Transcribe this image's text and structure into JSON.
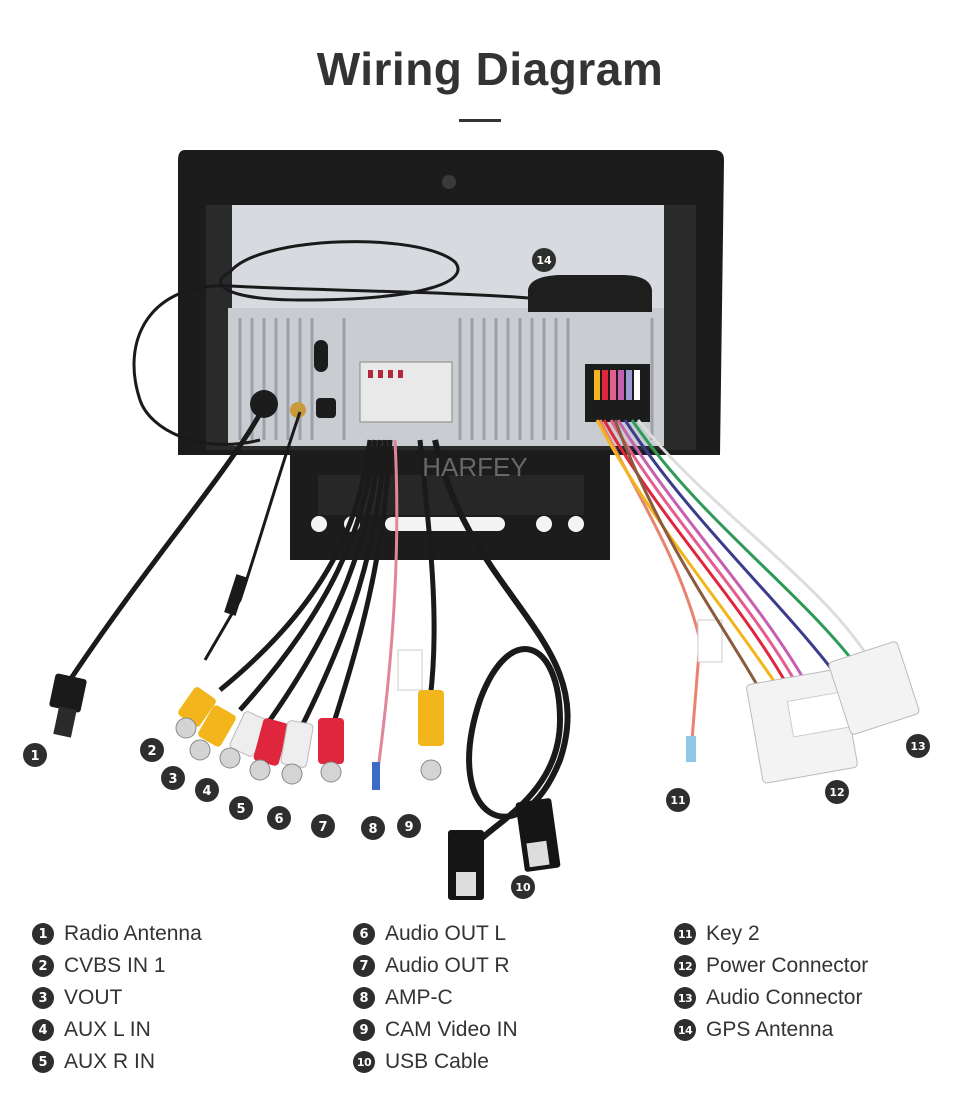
{
  "title": "Wiring Diagram",
  "watermark": "HARFEY",
  "callouts": [
    {
      "num": "1"
    },
    {
      "num": "2"
    },
    {
      "num": "3"
    },
    {
      "num": "4"
    },
    {
      "num": "5"
    },
    {
      "num": "6"
    },
    {
      "num": "7"
    },
    {
      "num": "8"
    },
    {
      "num": "9"
    },
    {
      "num": "10"
    },
    {
      "num": "11"
    },
    {
      "num": "12"
    },
    {
      "num": "13"
    },
    {
      "num": "14"
    }
  ],
  "legend": [
    {
      "num": "1",
      "label": "Radio Antenna"
    },
    {
      "num": "2",
      "label": "CVBS IN 1"
    },
    {
      "num": "3",
      "label": "VOUT"
    },
    {
      "num": "4",
      "label": "AUX L IN"
    },
    {
      "num": "5",
      "label": "AUX R IN"
    },
    {
      "num": "6",
      "label": "Audio OUT L"
    },
    {
      "num": "7",
      "label": "Audio OUT R"
    },
    {
      "num": "8",
      "label": "AMP-C"
    },
    {
      "num": "9",
      "label": "CAM Video IN"
    },
    {
      "num": "10",
      "label": "USB Cable"
    },
    {
      "num": "11",
      "label": "Key 2"
    },
    {
      "num": "12",
      "label": "Power Connector"
    },
    {
      "num": "13",
      "label": "Audio Connector"
    },
    {
      "num": "14",
      "label": "GPS Antenna"
    }
  ],
  "colors": {
    "text": "#333333",
    "callout_bg": "#2e2e2e",
    "frame": "#1c1c1c",
    "chassis": "#c9ccd0",
    "rca_yellow": "#f2b51b",
    "rca_red": "#e0263c",
    "rca_white": "#eeeeee"
  }
}
